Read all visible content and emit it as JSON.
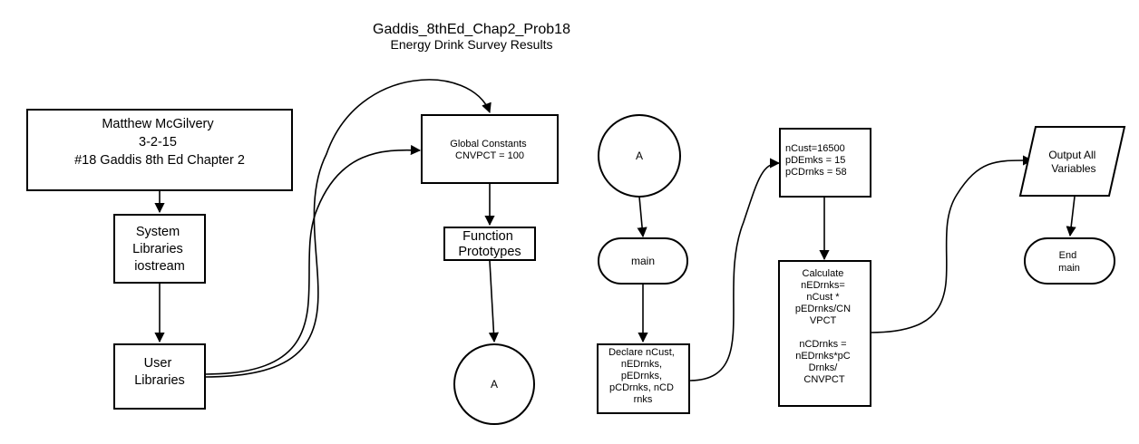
{
  "title": "Gaddis_8thEd_Chap2_Prob18",
  "subtitle": "Energy Drink Survey Results",
  "nodes": {
    "header": {
      "lines": [
        "Matthew McGilvery",
        "3-2-15",
        "#18 Gaddis 8th Ed Chapter 2"
      ]
    },
    "system_libraries": {
      "lines": [
        "System",
        "Libraries",
        "iostream"
      ]
    },
    "user_libraries": {
      "lines": [
        "User",
        "Libraries"
      ]
    },
    "global_constants": {
      "lines": [
        "Global Constants",
        "CNVPCT = 100"
      ]
    },
    "function_prototypes": {
      "lines": [
        "Function",
        "Prototypes"
      ]
    },
    "connector_a_out": {
      "lines": [
        "A"
      ]
    },
    "connector_a_in": {
      "lines": [
        "A"
      ]
    },
    "main_start": {
      "lines": [
        "main"
      ]
    },
    "declare": {
      "lines": [
        "Declare nCust,",
        "nEDrnks,",
        "pEDrnks,",
        "pCDrnks, nCD",
        "rnks"
      ]
    },
    "assign": {
      "lines": [
        "nCust=16500",
        "pDEmks = 15",
        "pCDrnks = 58"
      ]
    },
    "calculate": {
      "lines": [
        "Calculate",
        "nEDrnks=",
        "nCust *",
        "pEDrnks/CN",
        "VPCT",
        "",
        "nCDrnks =",
        "nEDrnks*pC",
        "Drnks/",
        "CNVPCT"
      ]
    },
    "output": {
      "lines": [
        "Output All",
        "Variables"
      ]
    },
    "end_main": {
      "lines": [
        "End",
        "main"
      ]
    }
  }
}
